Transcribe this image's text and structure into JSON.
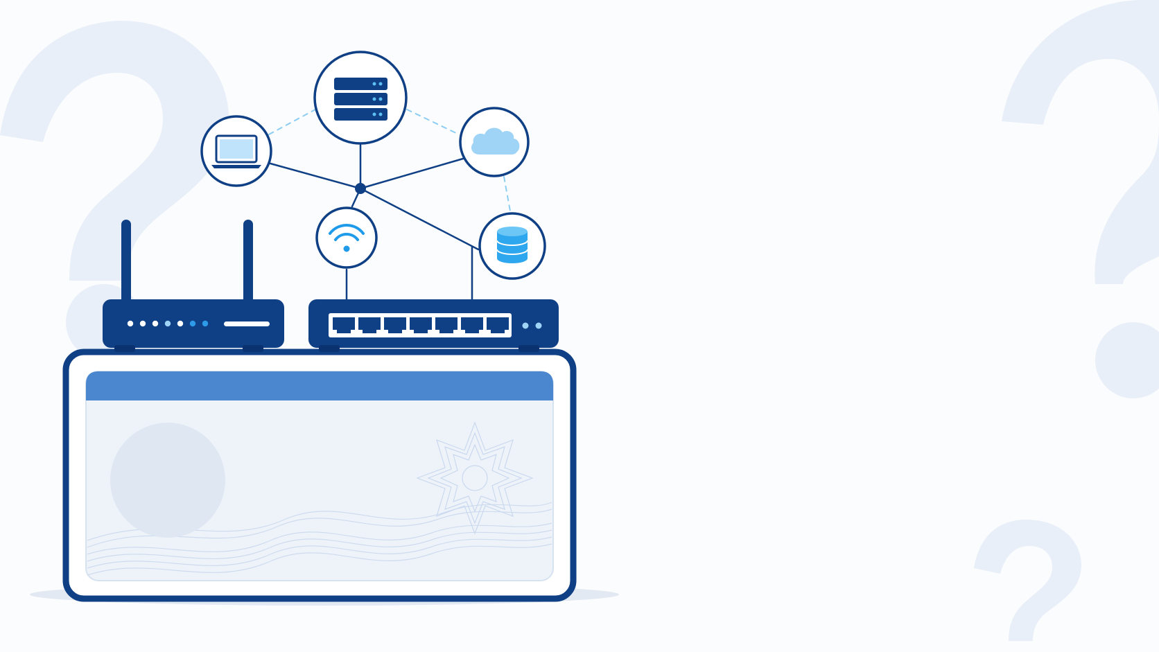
{
  "illustration": {
    "icons": {
      "server": "server-rack-icon",
      "laptop": "laptop-icon",
      "cloud": "cloud-icon",
      "wifi": "wifi-icon",
      "database": "database-icon",
      "router": "router-icon",
      "switch": "network-switch-icon",
      "card": "id-card-icon",
      "background": "question-mark-icon"
    },
    "colors": {
      "navy": "#0f3f84",
      "accent_blue": "#2d9be8",
      "light_blue": "#9fd4f7",
      "card_header": "#4a87cf",
      "card_body": "#eef3fa",
      "photo_placeholder": "#dfe7f2",
      "background": "#fbfcfd",
      "question_mark": "#e9eff8"
    },
    "router_lights": 7,
    "switch_ports": 7,
    "switch_lights": 2
  }
}
